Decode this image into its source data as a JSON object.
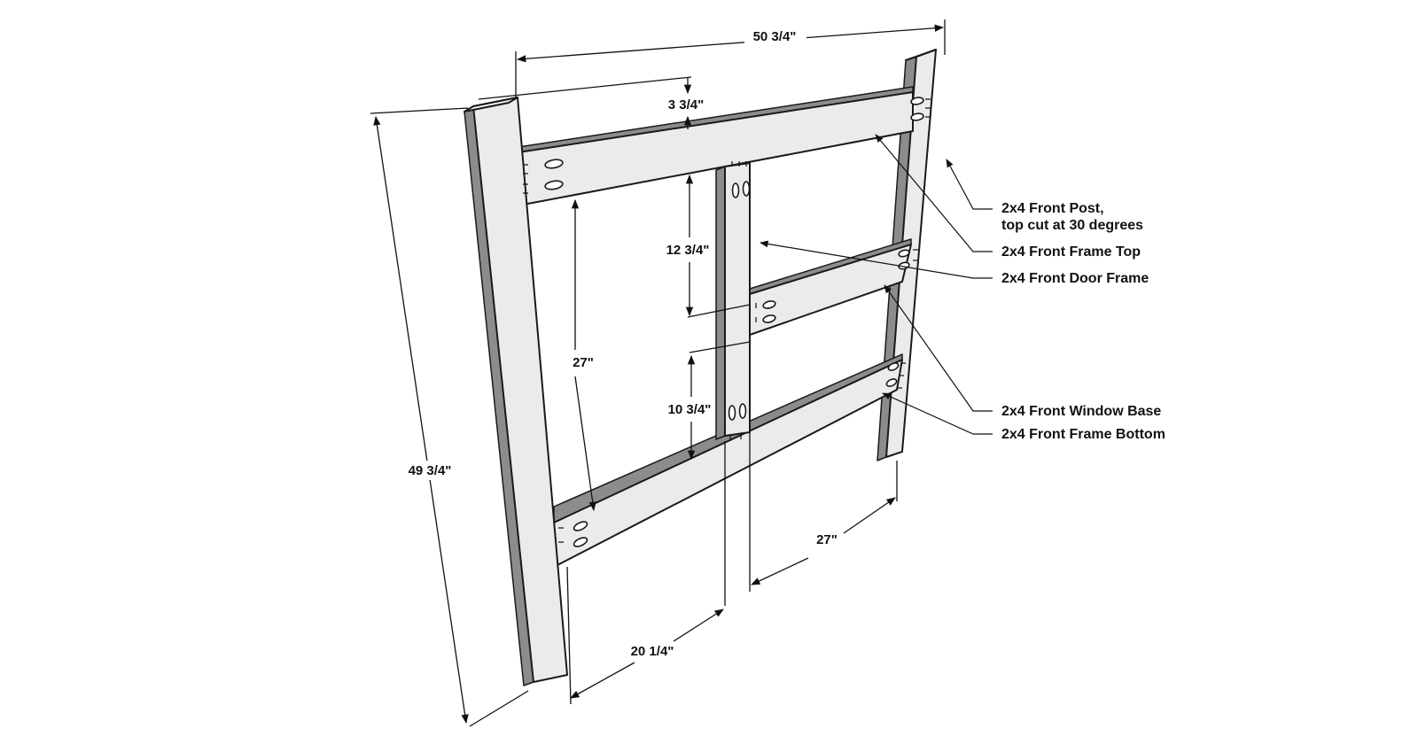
{
  "dimensions": {
    "overall_width": "50 3/4\"",
    "board_width": "3 3/4\"",
    "overall_height": "49 3/4\"",
    "frame_opening_height": "27\"",
    "upper_opening": "12 3/4\"",
    "lower_opening": "10 3/4\"",
    "bottom_left_span": "20 1/4\"",
    "bottom_right_span": "27\""
  },
  "labels": {
    "front_post_line1": "2x4 Front Post,",
    "front_post_line2": "top cut at 30 degrees",
    "front_frame_top": "2x4 Front Frame Top",
    "front_door_frame": "2x4 Front Door Frame",
    "front_window_base": "2x4 Front Window Base",
    "front_frame_bottom": "2x4 Front Frame Bottom"
  },
  "colors": {
    "wood_face": "#ebebeb",
    "wood_shadow": "#8c8c8c",
    "outline": "#1a1a1a"
  }
}
